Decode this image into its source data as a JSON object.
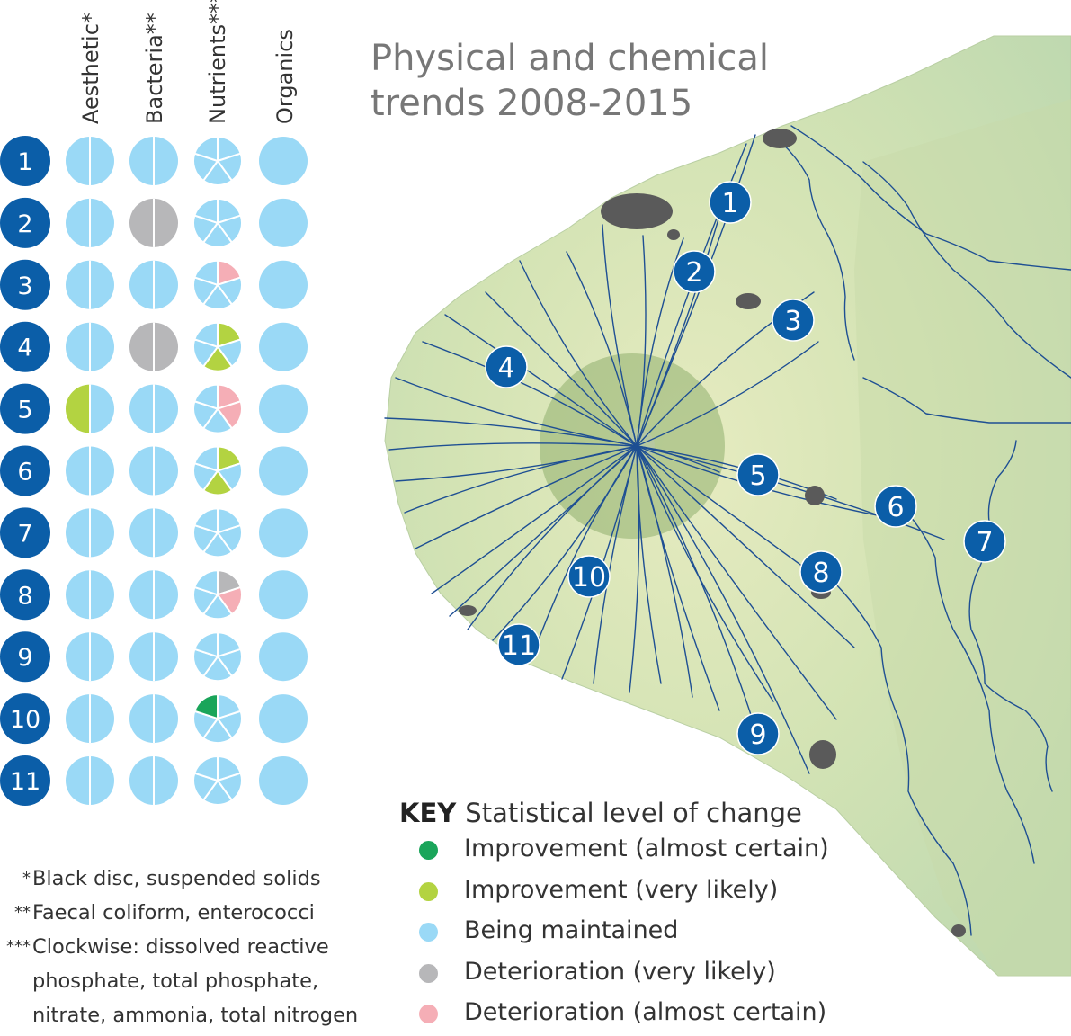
{
  "title": {
    "line1": "Physical and chemical",
    "line2": "trends 2008-2015"
  },
  "columns": [
    {
      "key": "aesthetic",
      "label": "Aesthetic*"
    },
    {
      "key": "bacteria",
      "label": "Bacteria**"
    },
    {
      "key": "nutrients",
      "label": "Nutrients***"
    },
    {
      "key": "organics",
      "label": "Organics"
    }
  ],
  "colors": {
    "site_badge": "#0b5ea8",
    "improvement_almost_certain": "#1aa55a",
    "improvement_very_likely": "#b3d341",
    "being_maintained": "#9ad9f6",
    "deterioration_very_likely": "#b7b7b9",
    "deterioration_almost_certain": "#f5aeb6",
    "land": "#cfe0b2",
    "river": "#1e4f93",
    "town": "#5a5a5a",
    "ring": "#8fae6e"
  },
  "sites": [
    {
      "id": "1",
      "aesthetic": [
        "m",
        "m"
      ],
      "bacteria": [
        "m",
        "m"
      ],
      "nutrients": [
        "m",
        "m",
        "m",
        "m",
        "m"
      ],
      "organics": "m"
    },
    {
      "id": "2",
      "aesthetic": [
        "m",
        "m"
      ],
      "bacteria": [
        "dl",
        "dl"
      ],
      "nutrients": [
        "m",
        "m",
        "m",
        "m",
        "m"
      ],
      "organics": "m"
    },
    {
      "id": "3",
      "aesthetic": [
        "m",
        "m"
      ],
      "bacteria": [
        "m",
        "m"
      ],
      "nutrients": [
        "dc",
        "m",
        "m",
        "m",
        "m"
      ],
      "organics": "m"
    },
    {
      "id": "4",
      "aesthetic": [
        "m",
        "m"
      ],
      "bacteria": [
        "dl",
        "dl"
      ],
      "nutrients": [
        "il",
        "m",
        "il",
        "m",
        "m"
      ],
      "organics": "m"
    },
    {
      "id": "5",
      "aesthetic": [
        "m",
        "il"
      ],
      "bacteria": [
        "m",
        "m"
      ],
      "nutrients": [
        "dc",
        "dc",
        "m",
        "m",
        "m"
      ],
      "organics": "m"
    },
    {
      "id": "6",
      "aesthetic": [
        "m",
        "m"
      ],
      "bacteria": [
        "m",
        "m"
      ],
      "nutrients": [
        "il",
        "m",
        "il",
        "m",
        "m"
      ],
      "organics": "m"
    },
    {
      "id": "7",
      "aesthetic": [
        "m",
        "m"
      ],
      "bacteria": [
        "m",
        "m"
      ],
      "nutrients": [
        "m",
        "m",
        "m",
        "m",
        "m"
      ],
      "organics": "m"
    },
    {
      "id": "8",
      "aesthetic": [
        "m",
        "m"
      ],
      "bacteria": [
        "m",
        "m"
      ],
      "nutrients": [
        "dl",
        "dc",
        "m",
        "m",
        "m"
      ],
      "organics": "m"
    },
    {
      "id": "9",
      "aesthetic": [
        "m",
        "m"
      ],
      "bacteria": [
        "m",
        "m"
      ],
      "nutrients": [
        "m",
        "m",
        "m",
        "m",
        "m"
      ],
      "organics": "m"
    },
    {
      "id": "10",
      "aesthetic": [
        "m",
        "m"
      ],
      "bacteria": [
        "m",
        "m"
      ],
      "nutrients": [
        "m",
        "m",
        "m",
        "m",
        "ic"
      ],
      "organics": "m"
    },
    {
      "id": "11",
      "aesthetic": [
        "m",
        "m"
      ],
      "bacteria": [
        "m",
        "m"
      ],
      "nutrients": [
        "m",
        "m",
        "m",
        "m",
        "m"
      ],
      "organics": "m"
    }
  ],
  "map_markers": [
    {
      "label": "1"
    },
    {
      "label": "2"
    },
    {
      "label": "3"
    },
    {
      "label": "4"
    },
    {
      "label": "5"
    },
    {
      "label": "6"
    },
    {
      "label": "7"
    },
    {
      "label": "8"
    },
    {
      "label": "9"
    },
    {
      "label": "10"
    },
    {
      "label": "11"
    }
  ],
  "key": {
    "word": "KEY",
    "title": "Statistical level of change",
    "items": [
      {
        "code": "ic",
        "label": "Improvement (almost certain)",
        "color": "#1aa55a"
      },
      {
        "code": "il",
        "label": "Improvement (very likely)",
        "color": "#b3d341"
      },
      {
        "code": "m",
        "label": "Being maintained",
        "color": "#9ad9f6"
      },
      {
        "code": "dl",
        "label": "Deterioration (very likely)",
        "color": "#b7b7b9"
      },
      {
        "code": "dc",
        "label": "Deterioration (almost certain)",
        "color": "#f5aeb6"
      }
    ]
  },
  "notes": [
    {
      "mark": "*",
      "line1": "Black disc, suspended solids"
    },
    {
      "mark": "**",
      "line1": "Faecal coliform, enterococci"
    },
    {
      "mark": "***",
      "line1": "Clockwise: dissolved reactive",
      "line2": "phosphate, total phosphate,",
      "line3": "nitrate, ammonia, total nitrogen"
    }
  ]
}
